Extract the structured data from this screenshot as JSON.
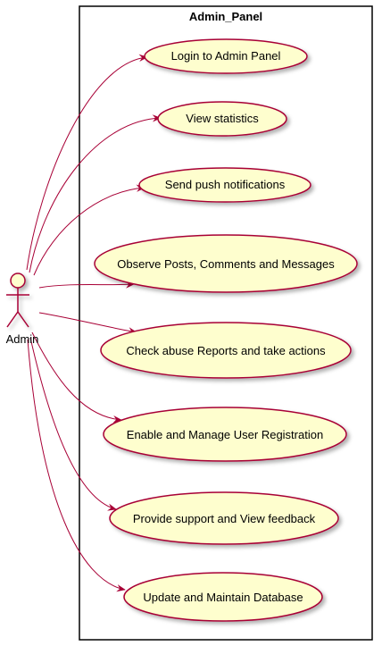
{
  "system": {
    "title": "Admin_Panel"
  },
  "actor": {
    "label": "Admin"
  },
  "use_cases": [
    {
      "label": "Login to Admin Panel"
    },
    {
      "label": "View statistics"
    },
    {
      "label": "Send push notifications"
    },
    {
      "label": "Observe Posts, Comments and Messages"
    },
    {
      "label": "Check abuse Reports and take actions"
    },
    {
      "label": "Enable and Manage User Registration"
    },
    {
      "label": "Provide support and View feedback"
    },
    {
      "label": "Update and Maintain Database"
    }
  ],
  "colors": {
    "usecase_fill": "#FEFECE",
    "stroke": "#A80036",
    "frame": "#000000"
  }
}
